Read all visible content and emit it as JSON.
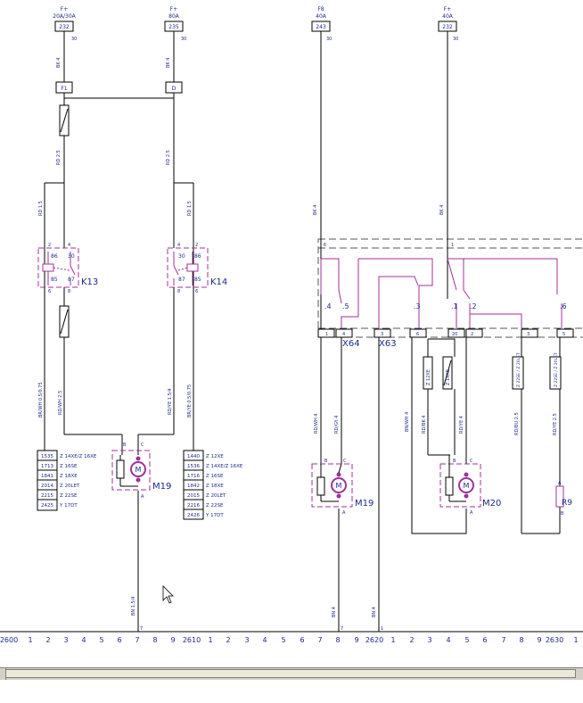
{
  "fuses": [
    {
      "id": "f1",
      "supply": "F+",
      "rating": "20A/30A",
      "code": "232",
      "pin": "30",
      "wire": "BK 4"
    },
    {
      "id": "f2",
      "supply": "F+",
      "rating": "80A",
      "code": "235",
      "pin": "30",
      "wire": "BK 4"
    },
    {
      "id": "f3",
      "supply": "F8",
      "rating": "40A",
      "code": "243",
      "pin": "30",
      "wire": "BK 4"
    },
    {
      "id": "f4",
      "supply": "F+",
      "rating": "40A",
      "code": "232",
      "pin": "30",
      "wire": "BK 4"
    }
  ],
  "connectors": {
    "f_left": "F1",
    "f_right": "D"
  },
  "wires": {
    "rd25a": "RD 2.5",
    "rd25b": "RD 2.5",
    "rd15a": "RD 1.5",
    "rd15b": "RD 1.5",
    "brwh": "BR/WH 0.5/0.75",
    "rdwh25": "RD/WH 2.5",
    "rdye": "RD/YE 1.5/4",
    "brye": "BR/YE 0.5/0.75",
    "bn_mid": "BN 1.5/4",
    "rdwh4": "RD/WH 4",
    "rdgy4": "RD/GY 4",
    "bn4a": "BN 4",
    "bn4b": "BN 4",
    "bnwh": "BN/WH 4",
    "rdbk": "RD/BK 4",
    "rdye4": "RD/YE 4",
    "rdbu": "RD/BU 2.5",
    "rdye25": "RD/YE 2.5"
  },
  "relays": [
    {
      "name": "K13",
      "p86": "86",
      "p85": "85",
      "p30": "30",
      "p87": "87",
      "n2": "2",
      "n4": "4",
      "n6": "6",
      "n8": "8"
    },
    {
      "name": "K14",
      "p86": "86",
      "p85": "85",
      "p30": "30",
      "p87": "87",
      "n2": "2",
      "n4": "4",
      "n6": "6",
      "n8": "8"
    }
  ],
  "motors": [
    {
      "name": "M19",
      "pb": "B",
      "pc": "C",
      "pa": "A",
      "glyph": "M"
    },
    {
      "name": "M19",
      "pb": "B",
      "pc": "C",
      "pa": "A",
      "glyph": "M"
    },
    {
      "name": "M20",
      "pb": "B",
      "pc": "C",
      "pa": "A",
      "glyph": "M"
    }
  ],
  "resistor": {
    "name": "R9",
    "pa": "A",
    "pb": "B"
  },
  "harness": {
    "x64": "X64",
    "x63": "X63",
    "top_pins": [
      "6",
      "1"
    ],
    "switches": [
      ".4",
      ".5",
      ".3",
      ".1",
      ".2",
      ".6"
    ],
    "bottom_pins": [
      "1",
      "4",
      "3",
      "6",
      "20",
      "2",
      "3",
      "5"
    ]
  },
  "mini_fuses": [
    "Z 12XE",
    "Z 14XE",
    "Z 22SE / Z 20LET",
    "Z 22SE / Z 20LET"
  ],
  "table_left": [
    {
      "code": "1535",
      "engine": "Z 14XE/Z 16XE"
    },
    {
      "code": "1713",
      "engine": "Z 16SE"
    },
    {
      "code": "1841",
      "engine": "Z 18XE"
    },
    {
      "code": "2014",
      "engine": "Z 20LET"
    },
    {
      "code": "2215",
      "engine": "Z 22SE"
    },
    {
      "code": "2425",
      "engine": "Y 17DT"
    }
  ],
  "table_right": [
    {
      "code": "1440",
      "engine": "Z 12XE"
    },
    {
      "code": "1536",
      "engine": "Z 14XE/Z 16XE"
    },
    {
      "code": "1716",
      "engine": "Z 16SE"
    },
    {
      "code": "1842",
      "engine": "Z 18XE"
    },
    {
      "code": "2015",
      "engine": "Z 20LET"
    },
    {
      "code": "2216",
      "engine": "Z 22SE"
    },
    {
      "code": "2426",
      "engine": "Y 17DT"
    }
  ],
  "ground_pins": [
    "7",
    "7",
    "1"
  ],
  "ruler": [
    "2600",
    "1",
    "2",
    "3",
    "4",
    "5",
    "6",
    "7",
    "8",
    "9",
    "2610",
    "1",
    "2",
    "3",
    "4",
    "5",
    "6",
    "7",
    "8",
    "9",
    "2620",
    "1",
    "2",
    "3",
    "4",
    "5",
    "6",
    "7",
    "8",
    "9",
    "2630",
    "1"
  ],
  "colors": {
    "line": "#000000",
    "relay": "#a0309a",
    "text": "#1c2a8a",
    "harness": "#555555"
  }
}
